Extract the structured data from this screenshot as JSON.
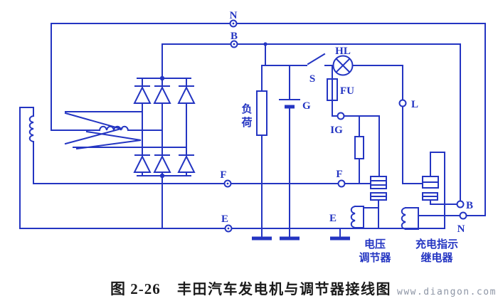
{
  "diagram": {
    "terminals": {
      "gen_n": "N",
      "gen_b": "B",
      "gen_f": "F",
      "gen_e": "E",
      "reg_f": "F",
      "reg_e": "E",
      "reg_ig": "IG",
      "reg_l": "L",
      "relay_b": "B",
      "relay_n": "N"
    },
    "components": {
      "lamp_label": "HL",
      "switch_label": "S",
      "fuse_label": "FU",
      "battery_label": "G",
      "load_chars": [
        "负",
        "荷"
      ],
      "regulator_lines": [
        "电压",
        "调节器"
      ],
      "relay_lines": [
        "充电指示",
        "继电器"
      ]
    },
    "colors": {
      "circuit": "#2435c2",
      "caption": "#1b1b1b",
      "watermark": "#8d95a5",
      "background": "#ffffff"
    }
  },
  "caption": {
    "figure_label": "图 2-26",
    "title": "丰田汽车发电机与调节器接线图",
    "watermark": "www.diangon.com"
  }
}
